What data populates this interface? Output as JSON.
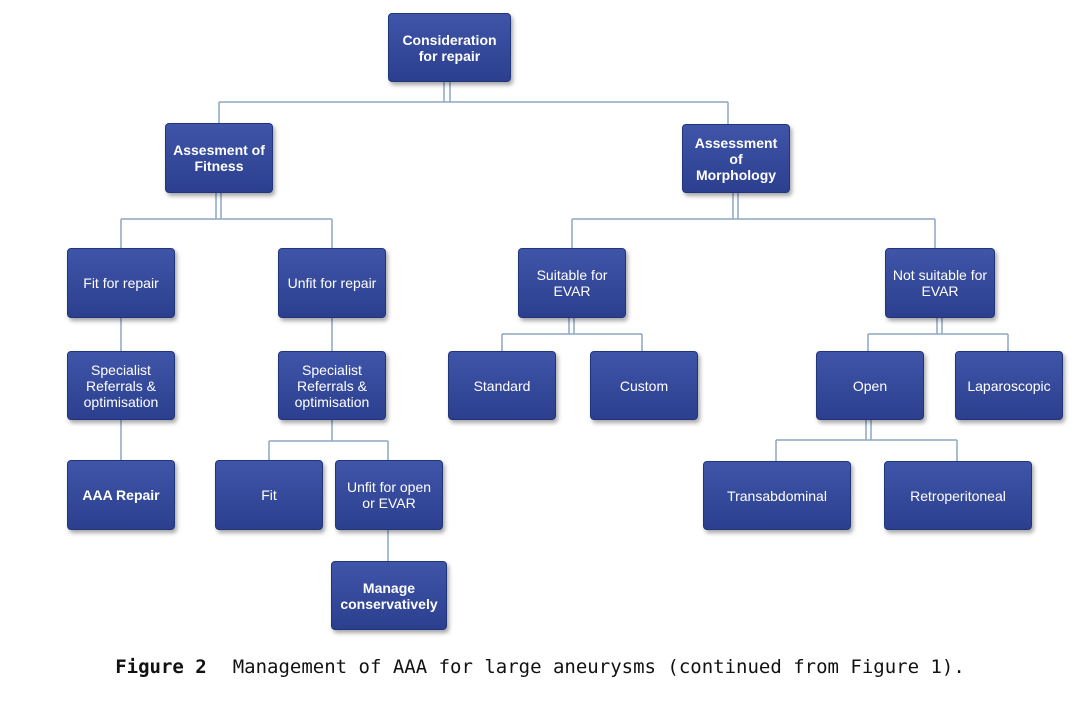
{
  "nodes": {
    "consideration": "Consideration\nfor repair",
    "fitness": "Assesment of\nFitness",
    "morphology": "Assessment\nof\nMorphology",
    "fit_for_repair": "Fit for repair",
    "unfit_for_repair": "Unfit for repair",
    "suitable_evar": "Suitable for\nEVAR",
    "not_suitable_evar": "Not suitable for\nEVAR",
    "specialist_left": "Specialist\nReferrals &\noptimisation",
    "specialist_right": "Specialist\nReferrals &\noptimisation",
    "standard": "Standard",
    "custom": "Custom",
    "open": "Open",
    "laparoscopic": "Laparoscopic",
    "aaa_repair": "AAA Repair",
    "fit": "Fit",
    "unfit_open_evar": "Unfit for open\nor EVAR",
    "transabdominal": "Transabdominal",
    "retroperitoneal": "Retroperitoneal",
    "manage_conservatively": "Manage\nconservatively"
  },
  "caption": {
    "label": "Figure 2",
    "text": "Management of AAA for large aneurysms (continued from Figure 1)."
  },
  "colors": {
    "box_top": "#3f55a8",
    "box_bottom": "#2c3f8f",
    "connector": "#8da6c4"
  }
}
